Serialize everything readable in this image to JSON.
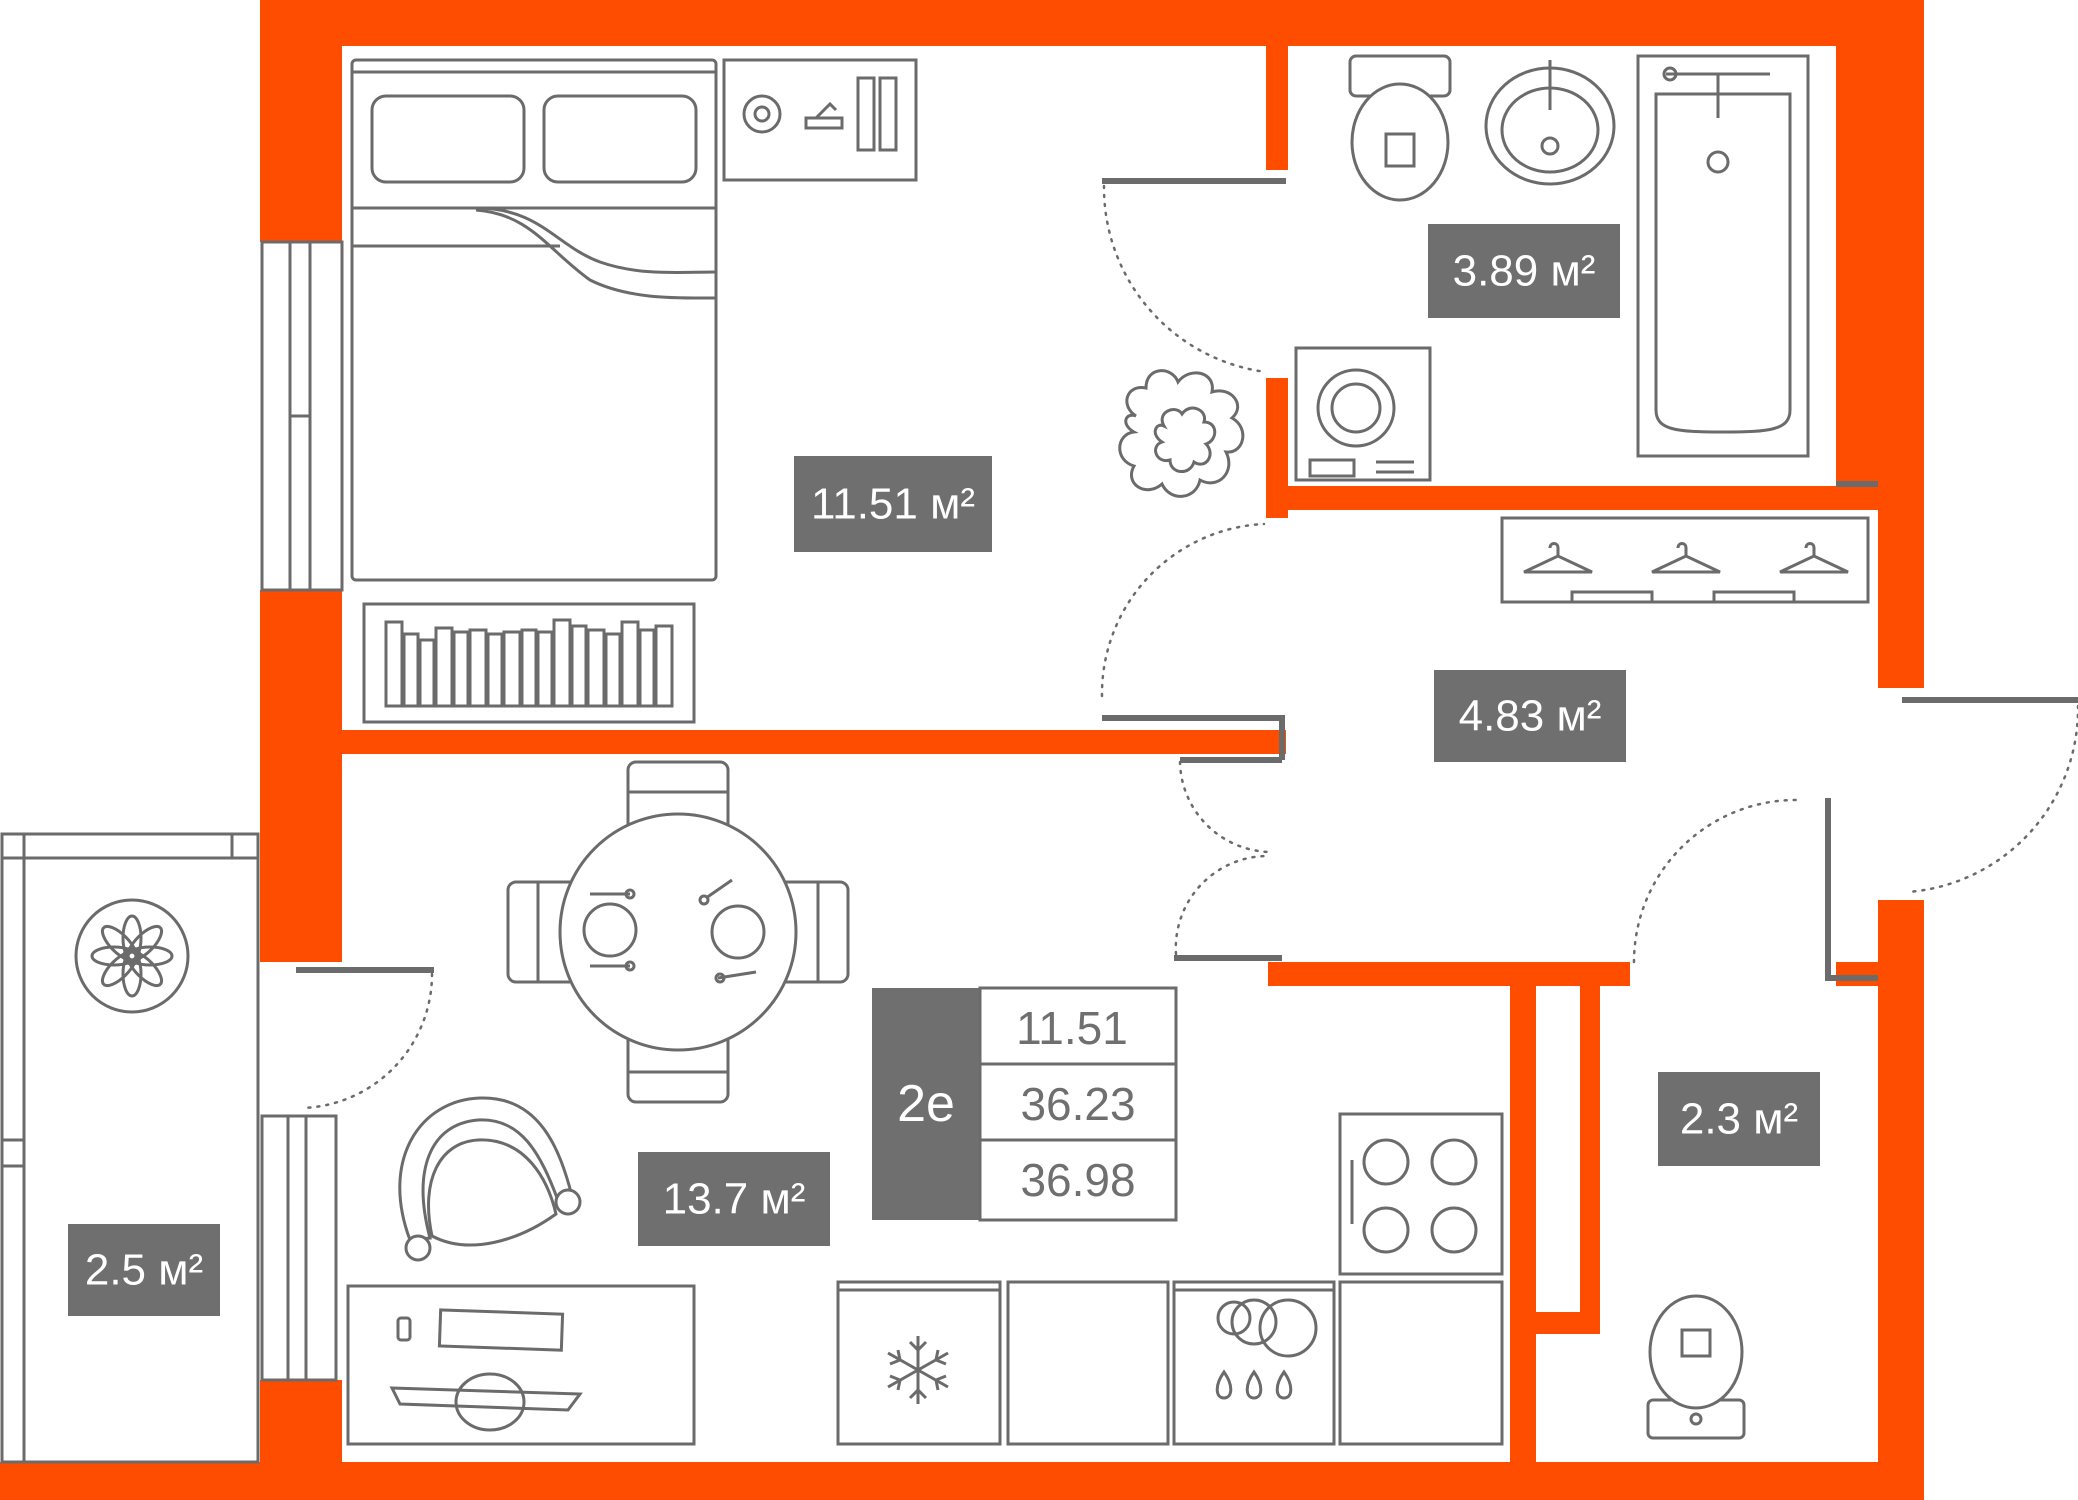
{
  "colors": {
    "wall": "#ff4d00",
    "line": "#6b6b6b",
    "label": "#6f6f6f"
  },
  "rooms": {
    "bedroom": "11.51 м²",
    "bathroom": "3.89 м²",
    "hallway": "4.83 м²",
    "living_kitchen": "13.7 м²",
    "toilet": "2.3 м²",
    "balcony": "2.5 м²"
  },
  "summary": {
    "type": "2е",
    "values": [
      "11.51",
      "36.23",
      "36.98"
    ]
  },
  "icons": [
    "bed-icon",
    "pillow-icon",
    "nightstand-icon",
    "bookshelf-icon",
    "toilet-icon",
    "sink-icon",
    "bathtub-icon",
    "washing-machine-icon",
    "plant-icon",
    "hanger-icon",
    "dining-table-icon",
    "chair-icon",
    "armchair-icon",
    "desk-icon",
    "stove-icon",
    "fridge-icon",
    "snowflake-icon",
    "dishwasher-icon",
    "flower-icon"
  ]
}
